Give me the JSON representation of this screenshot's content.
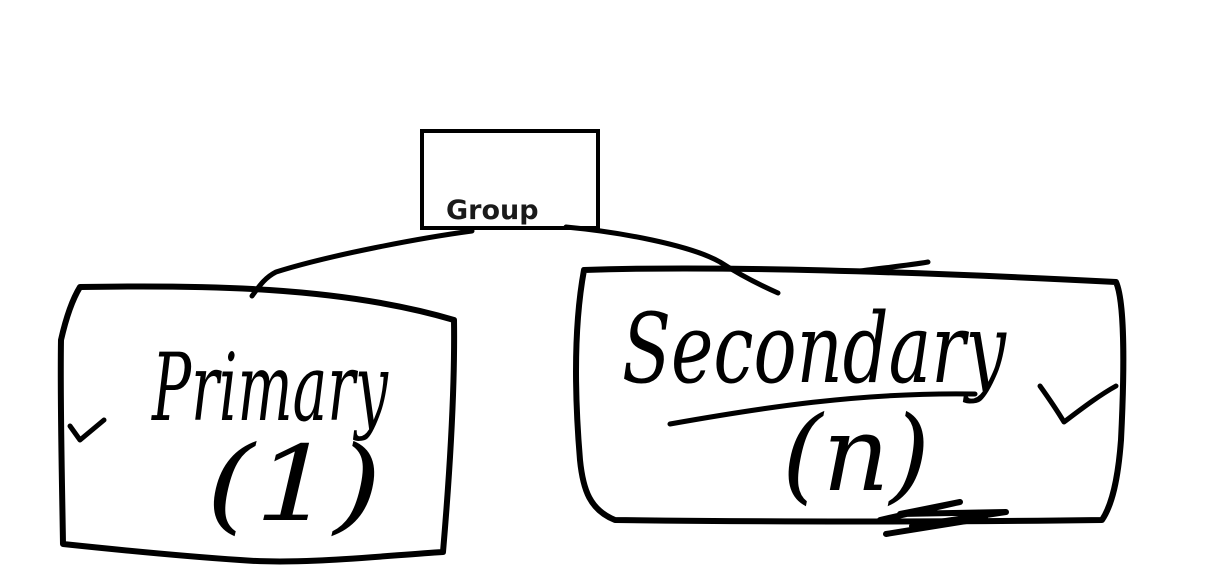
{
  "diagram": {
    "group_node": {
      "label": "Group"
    },
    "primary_node": {
      "label": "Primary",
      "multiplicity": "(1)"
    },
    "secondary_node": {
      "label": "Secondary",
      "multiplicity": "(n)"
    }
  },
  "colors": {
    "ink": "#000000",
    "label": "#1a1a1a",
    "background": "#ffffff"
  }
}
